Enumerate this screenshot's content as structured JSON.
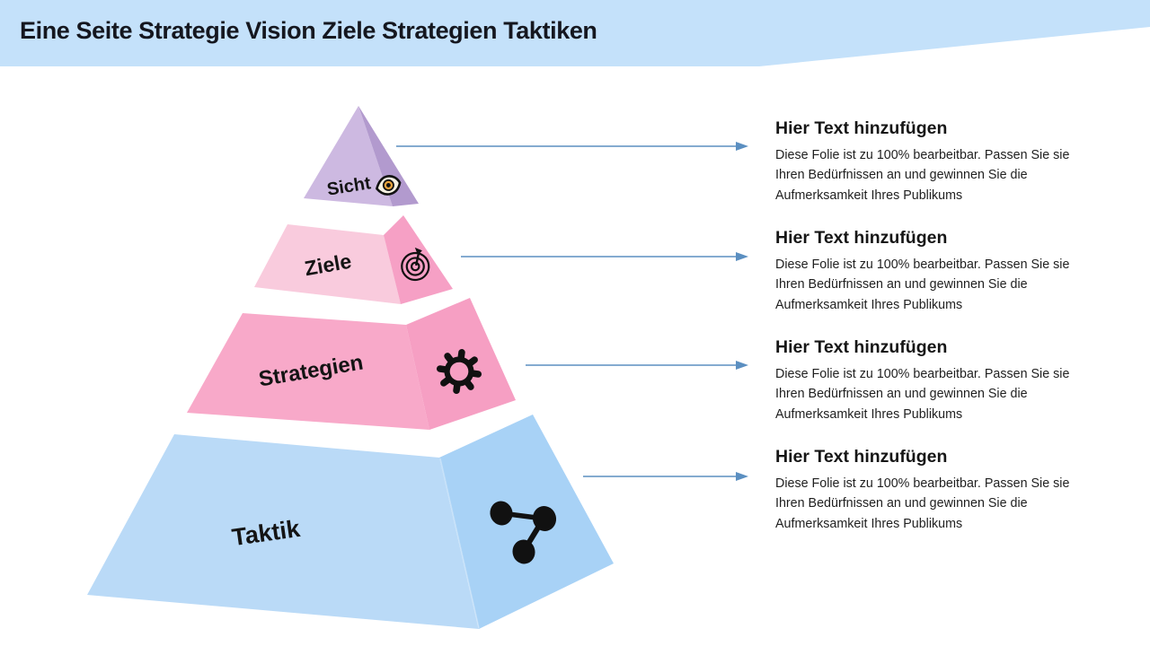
{
  "title": {
    "text": "Eine Seite Strategie Vision Ziele Strategien Taktiken",
    "banner_color": "#c4e1fa",
    "text_color": "#15171f"
  },
  "pyramid": {
    "levels": [
      {
        "label": "Sicht",
        "icon": "eye-icon",
        "front_color": "#cdb9e1",
        "side_color": "#b29ace"
      },
      {
        "label": "Ziele",
        "icon": "target-icon",
        "front_color": "#f9cbdd",
        "side_color": "#f6a0c5"
      },
      {
        "label": "Strategien",
        "icon": "gear-icon",
        "front_color": "#f8a9c9",
        "side_color": "#f69fc3"
      },
      {
        "label": "Taktik",
        "icon": "share-nodes-icon",
        "front_color": "#badaf7",
        "side_color": "#a8d2f6"
      }
    ],
    "icon_color": "#111111",
    "eye_iris_color": "#e8a33d"
  },
  "callouts": {
    "arrow_color": "#5b8fc1",
    "items": [
      {
        "title": "Hier Text hinzufügen",
        "body_lines": [
          "Diese Folie ist zu 100% bearbeitbar. Passen Sie sie",
          "Ihren Bedürfnissen an und gewinnen Sie die",
          "Aufmerksamkeit Ihres Publikums"
        ]
      },
      {
        "title": "Hier Text hinzufügen",
        "body_lines": [
          "Diese Folie ist zu 100% bearbeitbar. Passen Sie sie",
          "Ihren Bedürfnissen an und gewinnen Sie die",
          "Aufmerksamkeit Ihres Publikums"
        ]
      },
      {
        "title": "Hier Text hinzufügen",
        "body_lines": [
          "Diese Folie ist zu 100% bearbeitbar. Passen Sie sie",
          "Ihren Bedürfnissen an und gewinnen Sie die",
          "Aufmerksamkeit Ihres Publikums"
        ]
      },
      {
        "title": "Hier Text hinzufügen",
        "body_lines": [
          "Diese Folie ist zu 100% bearbeitbar. Passen Sie sie",
          "Ihren Bedürfnissen an und gewinnen Sie die",
          "Aufmerksamkeit Ihres Publikums"
        ]
      }
    ]
  }
}
